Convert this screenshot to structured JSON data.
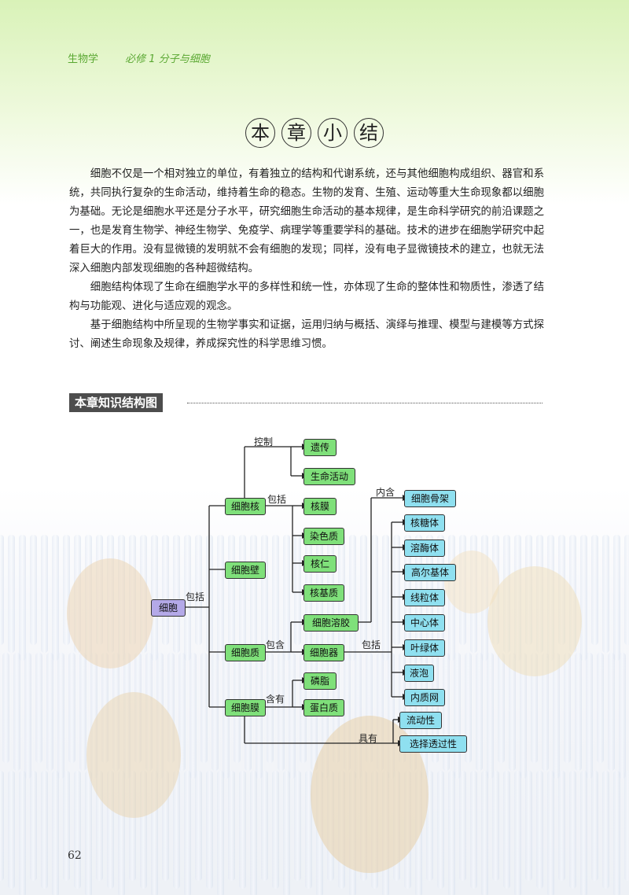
{
  "header": {
    "subject": "生物学",
    "volume": "必修 1  分子与细胞"
  },
  "chapter_title_chars": [
    "本",
    "章",
    "小",
    "结"
  ],
  "paragraphs": [
    "细胞不仅是一个相对独立的单位，有着独立的结构和代谢系统，还与其他细胞构成组织、器官和系统，共同执行复杂的生命活动，维持着生命的稳态。生物的发育、生殖、运动等重大生命现象都以细胞为基础。无论是细胞水平还是分子水平，研究细胞生命活动的基本规律，是生命科学研究的前沿课题之一，也是发育生物学、神经生物学、免疫学、病理学等重要学科的基础。技术的进步在细胞学研究中起着巨大的作用。没有显微镜的发明就不会有细胞的发现；同样，没有电子显微镜技术的建立，也就无法深入细胞内部发现细胞的各种超微结构。",
    "细胞结构体现了生命在细胞学水平的多样性和统一性，亦体现了生命的整体性和物质性，渗透了结构与功能观、进化与适应观的观念。",
    "基于细胞结构中所呈现的生物学事实和证据，运用归纳与概括、演绎与推理、模型与建模等方式探讨、阐述生命现象及规律，养成探究性的科学思维习惯。"
  ],
  "section_heading": "本章知识结构图",
  "diagram": {
    "root": "细胞",
    "nodes": {
      "hereditary": "遗传",
      "life_activity": "生命活动",
      "nucleus": "细胞核",
      "nuclear_membrane": "核膜",
      "chromatin": "染色质",
      "nucleolus": "核仁",
      "nucleoplasm": "核基质",
      "cell_wall": "细胞壁",
      "cytoplasm": "细胞质",
      "cytosol": "细胞溶胶",
      "organelle": "细胞器",
      "cytoskeleton": "细胞骨架",
      "ribosome": "核糖体",
      "lysosome": "溶酶体",
      "golgi": "高尔基体",
      "mitochondria": "线粒体",
      "centrosome": "中心体",
      "chloroplast": "叶绿体",
      "vacuole": "液泡",
      "er": "内质网",
      "cell_membrane": "细胞膜",
      "phospholipid": "磷脂",
      "protein": "蛋白质",
      "fluidity": "流动性",
      "selective_permeability": "选择透过性"
    },
    "relations": {
      "control": "控制",
      "include_nucleus": "包括",
      "include_root": "包括",
      "contains": "内含",
      "include_cytoplasm": "包含",
      "include_organelle": "包括",
      "contain_membrane": "含有",
      "have": "具有"
    }
  },
  "page_number": "62"
}
